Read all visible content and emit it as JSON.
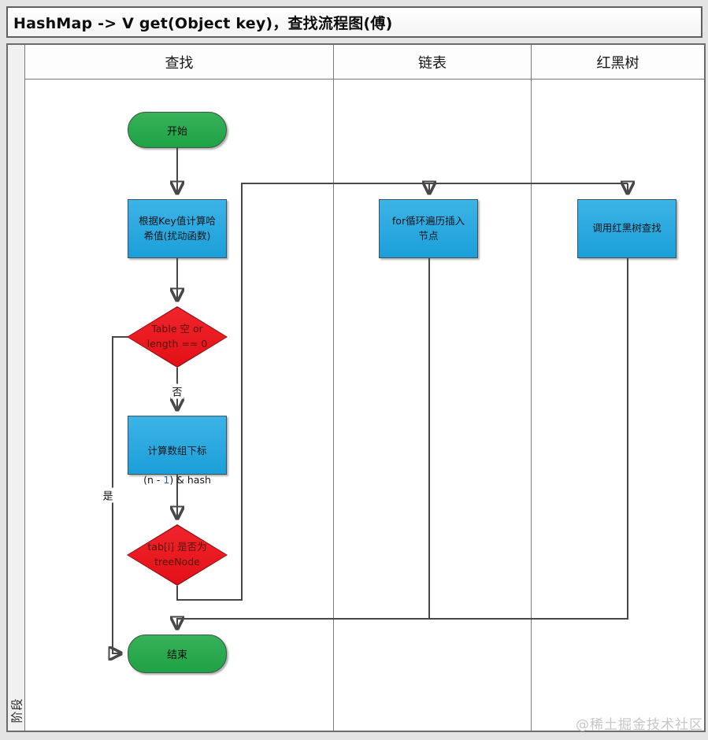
{
  "title": "HashMap ->  V get(Object key)，查找流程图(傅)",
  "stage_label": "阶段",
  "lanes": [
    {
      "label": "查找"
    },
    {
      "label": "链表"
    },
    {
      "label": "红黑树"
    }
  ],
  "nodes": {
    "start": "开始",
    "hash_box": "根据Key值计算哈\n希值(扰动函数)",
    "diamond_table": "Table 空 or\nlength == 0",
    "index_box": {
      "line1": "计算数组下标",
      "pre": "(n - ",
      "num": "1",
      "post": ") & hash"
    },
    "diamond_treenode": "tab[i] 是否为\ntreeNode",
    "end": "结束",
    "for_box": "for循环遍历插入\n节点",
    "rbt_box": "调用红黑树查找"
  },
  "edge_labels": {
    "no": "否",
    "yes": "是"
  },
  "watermark": "@稀土掘金技术社区",
  "colors": {
    "process_fill": "#25a9e0",
    "terminal_fill": "#2aa94f",
    "decision_fill": "#ea1820",
    "line": "#47484a",
    "watermark": "#c6c6c6"
  }
}
